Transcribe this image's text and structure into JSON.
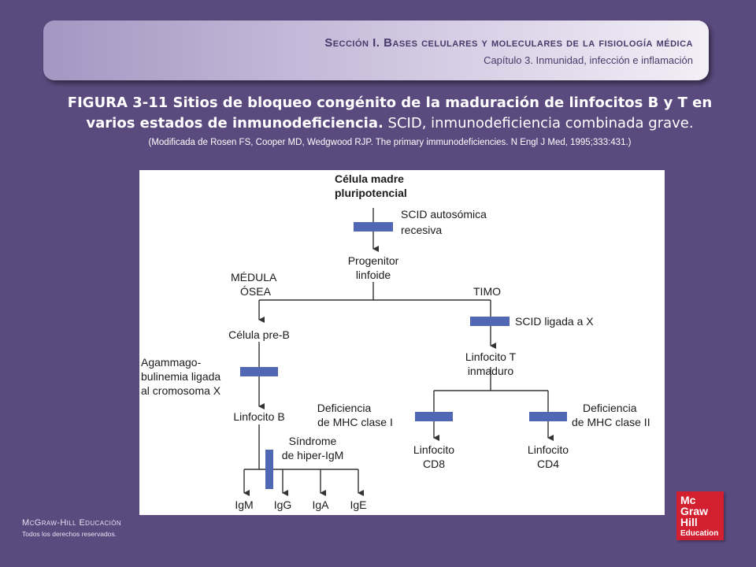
{
  "header": {
    "section": "Sección I. Bases celulares y moleculares de la fisiología médica",
    "chapter": "Capítulo 3. Inmunidad, infección e inflamación"
  },
  "caption": {
    "title_bold": "FIGURA 3-11 Sitios de bloqueo congénito de la maduración de linfocitos B y T en varios estados de inmunodeficiencia.",
    "title_rest": " SCID, inmunodeficiencia combinada grave.",
    "reference": "(Modificada de Rosen FS, Cooper MD, Wedgwood RJP. The primary immunodeficiencies. N Engl J Med, 1995;333:431.)"
  },
  "diagram": {
    "stem_cell": [
      "Célula madre",
      "pluripotencial"
    ],
    "scid_autosomal": [
      "SCID autosómica",
      "recesiva"
    ],
    "lymphoid_progenitor": [
      "Progenitor",
      "linfoide"
    ],
    "bone_marrow": [
      "MÉDULA",
      "ÓSEA"
    ],
    "thymus": "TIMO",
    "scid_x_linked": "SCID ligada a X",
    "pre_b_cell": "Célula pre-B",
    "agammaglobulinemia": [
      "Agammago-",
      "bulinemia ligada",
      "al cromosoma X"
    ],
    "b_lymphocyte": "Linfocito B",
    "hyper_igm": [
      "Síndrome",
      "de hiper-IgM"
    ],
    "immunoglobulins": [
      "IgM",
      "IgG",
      "IgA",
      "IgE"
    ],
    "immature_t": [
      "Linfocito T",
      "inmaduro"
    ],
    "mhc_class_1": [
      "Deficiencia",
      "de MHC clase I"
    ],
    "mhc_class_2": [
      "Deficiencia",
      "de MHC clase II"
    ],
    "cd8": [
      "Linfocito",
      "CD8"
    ],
    "cd4": [
      "Linfocito",
      "CD4"
    ],
    "line_color": "#333333",
    "block_color": "#5068b4"
  },
  "footer": {
    "publisher": "McGraw-Hill Educación",
    "rights": "Todos los derechos reservados.",
    "logo_lines": [
      "Mc",
      "Graw",
      "Hill",
      "Education"
    ]
  }
}
